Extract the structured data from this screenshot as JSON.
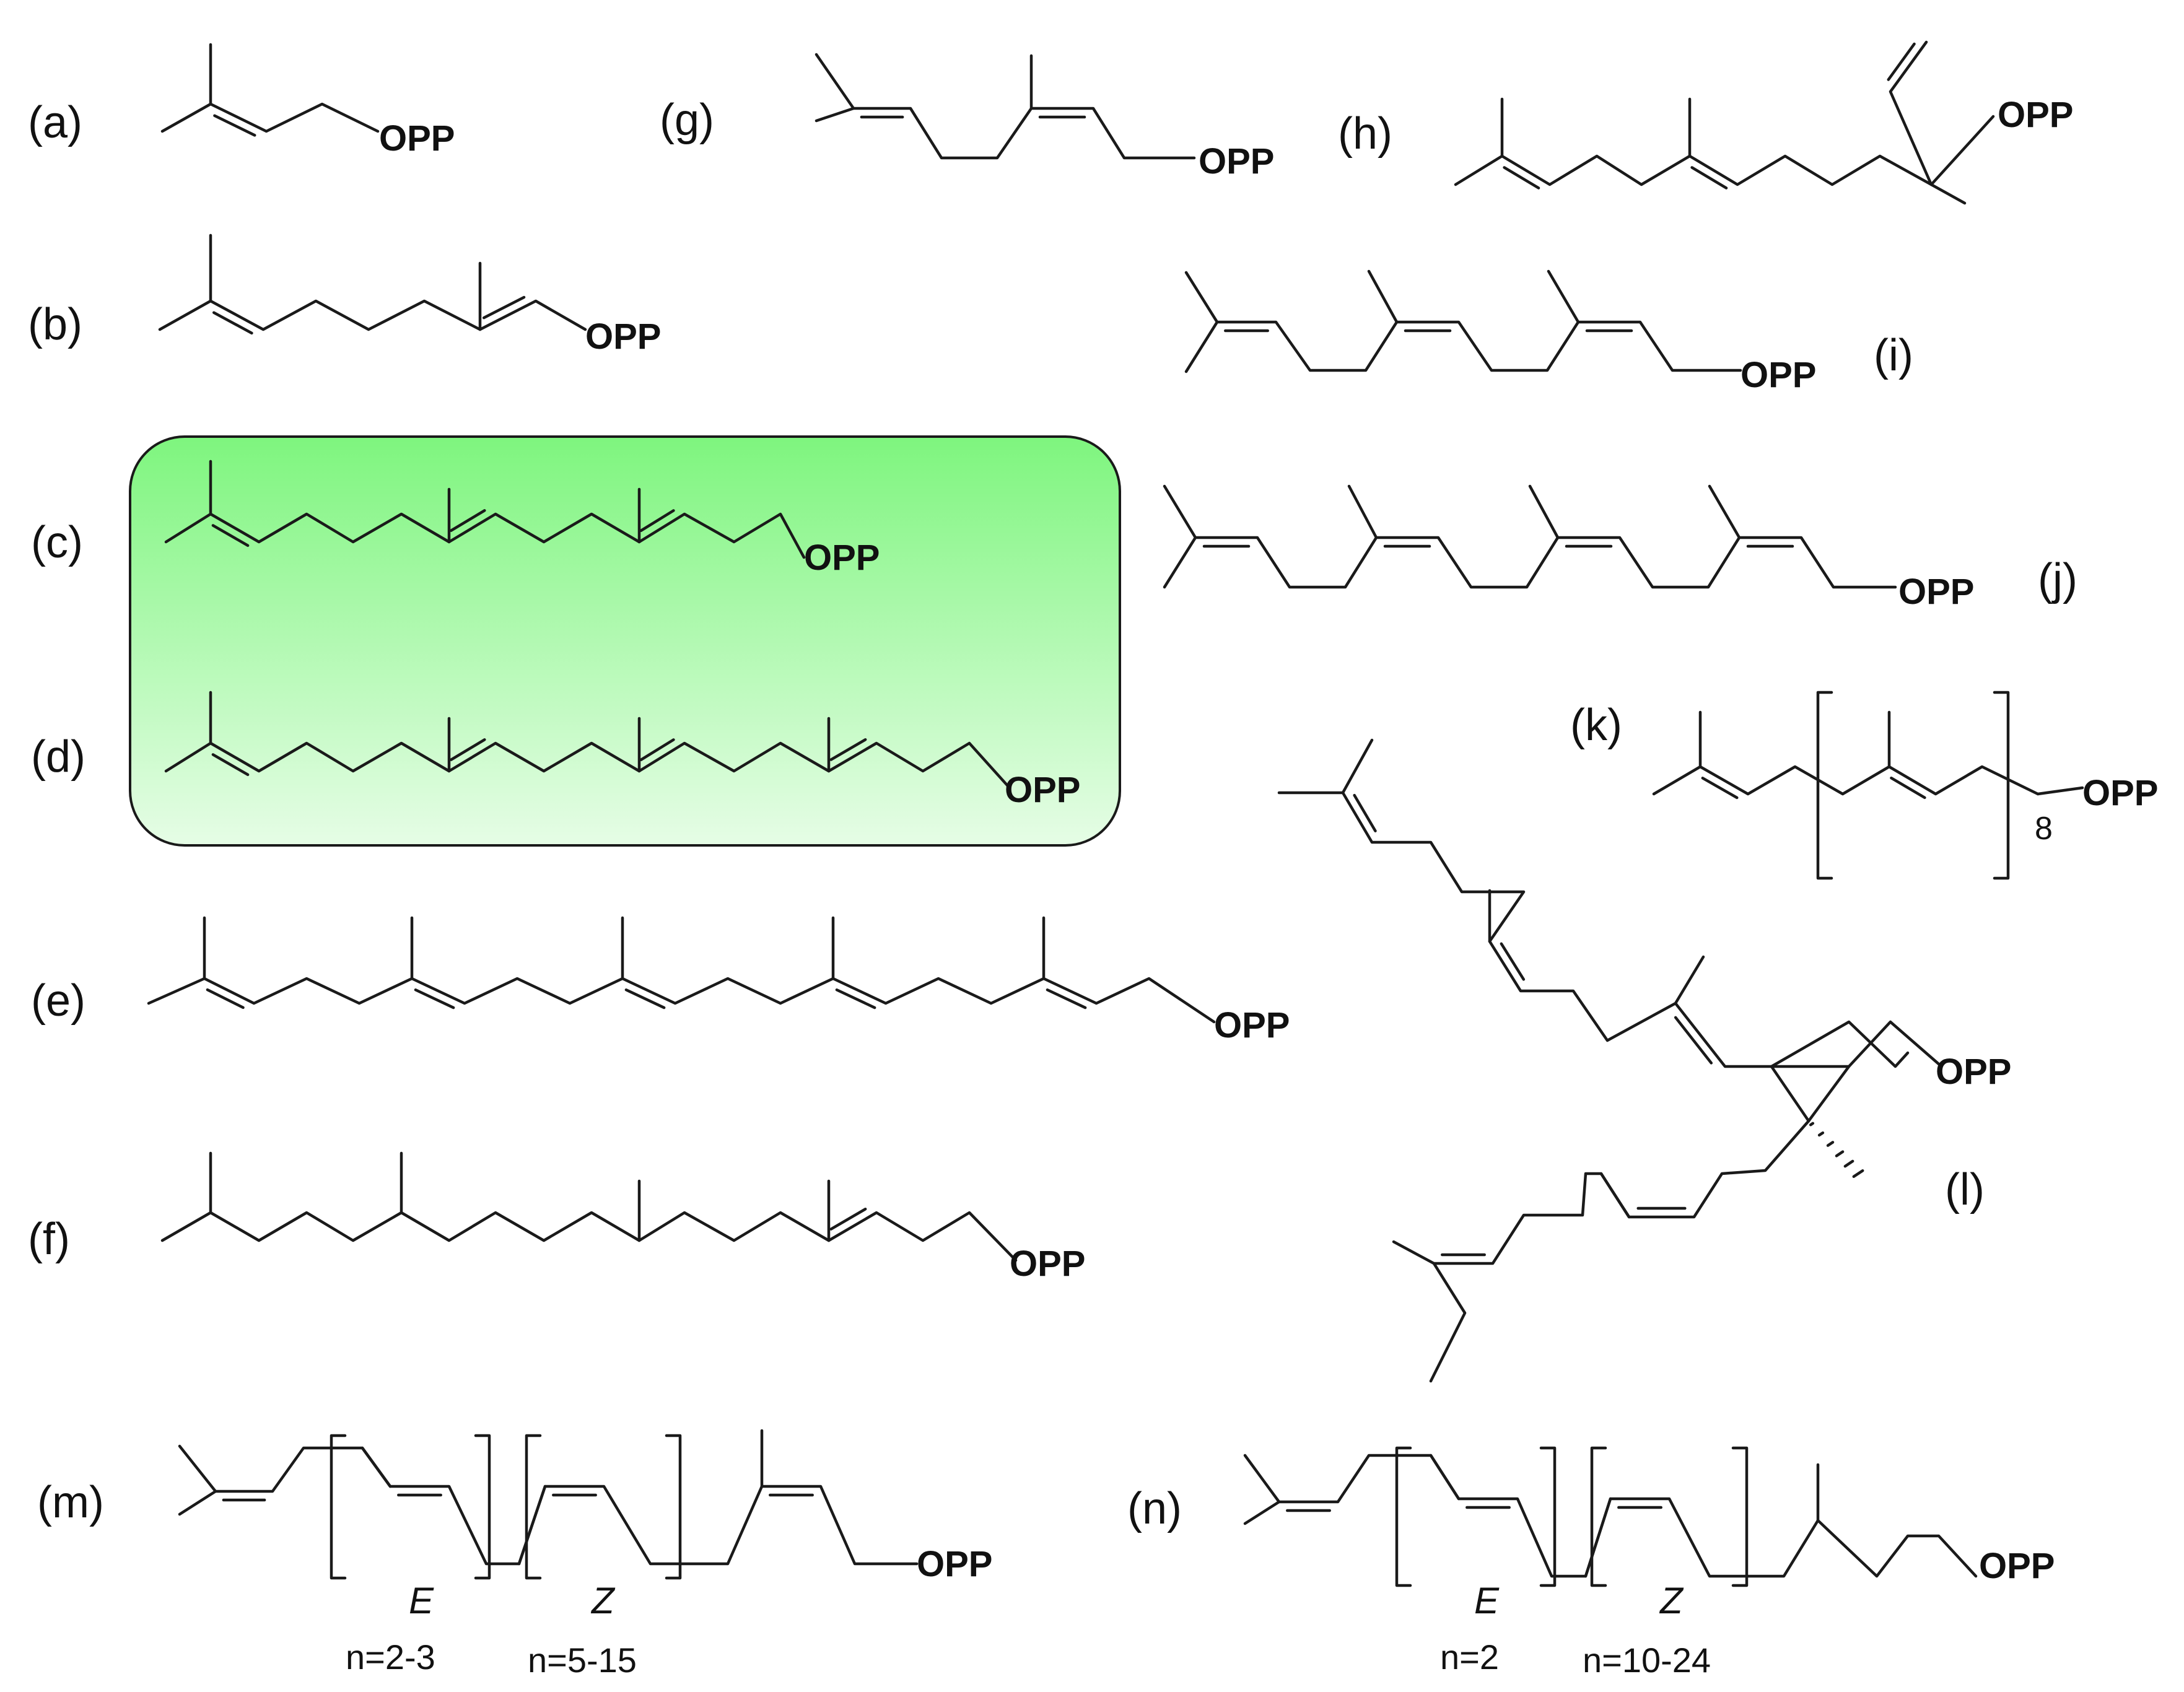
{
  "labels": {
    "a": "(a)",
    "b": "(b)",
    "c": "(c)",
    "d": "(d)",
    "e": "(e)",
    "f": "(f)",
    "g": "(g)",
    "h": "(h)",
    "i": "(i)",
    "j": "(j)",
    "k": "(k)",
    "l": "(l)",
    "m": "(m)",
    "n": "(n)"
  },
  "groups": {
    "a": "OPP",
    "b": "OPP",
    "c": "OPP",
    "d": "OPP",
    "e": "OPP",
    "f": "OPP",
    "g": "OPP",
    "h": "OPP",
    "i": "OPP",
    "j": "OPP",
    "k": "OPP",
    "l": "OPP",
    "m": "OPP",
    "n": "OPP"
  },
  "k_subscript": "8",
  "m": {
    "e_label": "E",
    "z_label": "Z",
    "e_count": "n=2-3",
    "z_count": "n=5-15"
  },
  "n": {
    "e_label": "E",
    "z_label": "Z",
    "e_count": "n=2",
    "z_count": "n=10-24"
  },
  "colors": {
    "highlight_top": "#7ef57e",
    "highlight_bottom": "#e6fde6",
    "bond": "#1a1a1a"
  }
}
